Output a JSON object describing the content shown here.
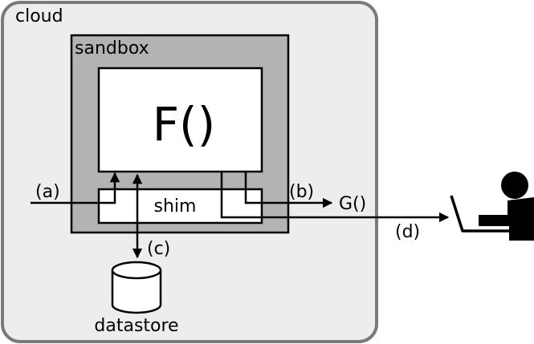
{
  "diagram": {
    "cloud_label": "cloud",
    "sandbox_label": "sandbox",
    "function_label": "F()",
    "shim_label": "shim",
    "datastore_label": "datastore",
    "external_function_label": "G()",
    "edges": {
      "a": "(a)",
      "b": "(b)",
      "c": "(c)",
      "d": "(d)"
    },
    "colors": {
      "cloud_fill": "#ededed",
      "cloud_stroke": "#7a7a7a",
      "sandbox_fill": "#b3b3b3",
      "stroke": "#000000",
      "white": "#ffffff"
    }
  }
}
